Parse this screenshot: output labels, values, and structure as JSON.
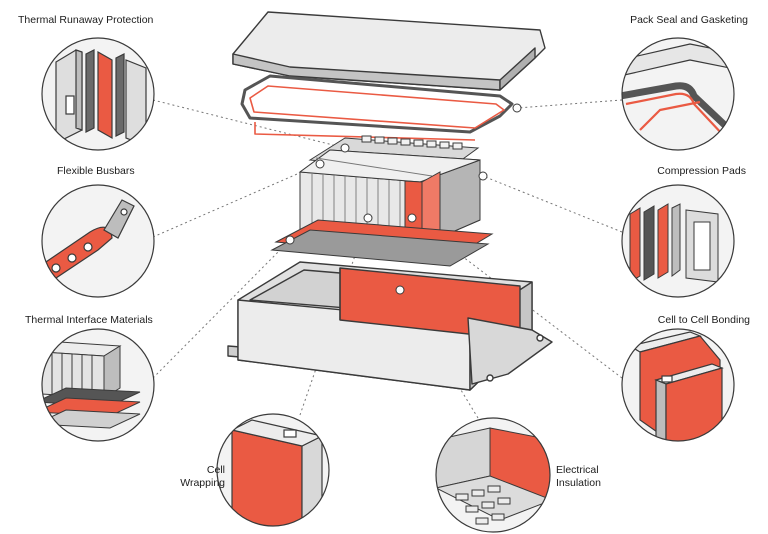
{
  "labels": {
    "thermal_runaway_protection": "Thermal Runaway Protection",
    "flexible_busbars": "Flexible Busbars",
    "thermal_interface_materials": "Thermal Interface Materials",
    "cell_wrapping_line1": "Cell",
    "cell_wrapping_line2": "Wrapping",
    "pack_seal_gasketing": "Pack Seal and Gasketing",
    "compression_pads": "Compression Pads",
    "cell_to_cell_bonding": "Cell to Cell Bonding",
    "electrical_insulation_line1": "Electrical",
    "electrical_insulation_line2": "Insulation"
  },
  "colors": {
    "accent": "#ea5a43",
    "outline": "#3a3a3a",
    "metal_light": "#e6e6e6",
    "metal_mid": "#c8c8c8",
    "metal_dark": "#9a9a9a",
    "circle_bg": "#f3f3f3",
    "leader": "#777777"
  }
}
